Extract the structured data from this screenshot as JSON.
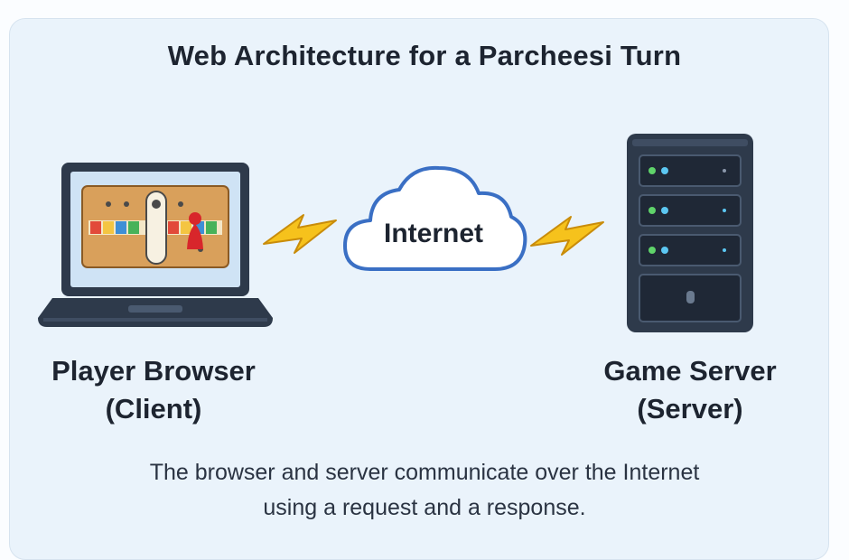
{
  "diagram": {
    "title": "Web Architecture for a Parcheesi Turn",
    "client": {
      "name": "Player Browser",
      "role": "(Client)"
    },
    "network": {
      "label": "Internet"
    },
    "server": {
      "name": "Game Server",
      "role": "(Server)"
    },
    "caption": {
      "line1": "The browser and server communicate over the Internet",
      "line2": "using a request and a response."
    }
  },
  "colors": {
    "background": "#eaf3fb",
    "device_dark": "#2e3a4b",
    "board_frame": "#d9a05b",
    "cloud_stroke": "#3a6fc4",
    "lightning": "#f6c21c",
    "led_green": "#5fd36a",
    "led_blue": "#5cc7f2"
  },
  "icons": [
    "laptop-icon",
    "lightning-bolt-icon",
    "cloud-icon",
    "server-rack-icon"
  ]
}
